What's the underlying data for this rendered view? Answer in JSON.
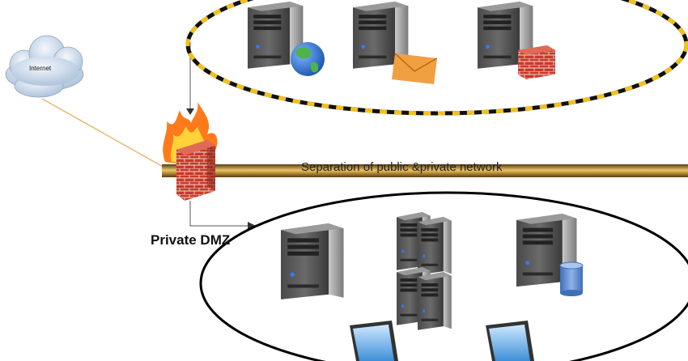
{
  "labels": {
    "internet": "Internet",
    "private_dmz": "Private DMZ",
    "separation": "Separation of public &private network"
  },
  "colors": {
    "tower_dark": "#2b2b2b",
    "tower_front": "#5a5a5a",
    "tower_side": "#8a8a8a",
    "led": "#2f7dff",
    "firewall_brick": "#c83a2a",
    "flame": "#ff7a1a",
    "separator_gold": "#b88a2a",
    "dashed_yellow": "#f2c21a",
    "cloud": "#c9d8ea",
    "mail": "#f0a040",
    "globe_blue": "#2b6fd0",
    "globe_green": "#4fb24a",
    "db_blue": "#5a86c8",
    "laptop_screen": "#5ba6e6"
  },
  "nodes": {
    "cloud": "cloud-icon",
    "firewall": "firewall-icon",
    "public_servers": [
      "web-server-icon",
      "mail-server-icon",
      "firewall-server-icon"
    ],
    "private_servers": [
      "server-icon",
      "server-cluster-icon",
      "database-server-icon"
    ],
    "laptops": [
      "laptop-icon",
      "laptop-icon"
    ]
  }
}
